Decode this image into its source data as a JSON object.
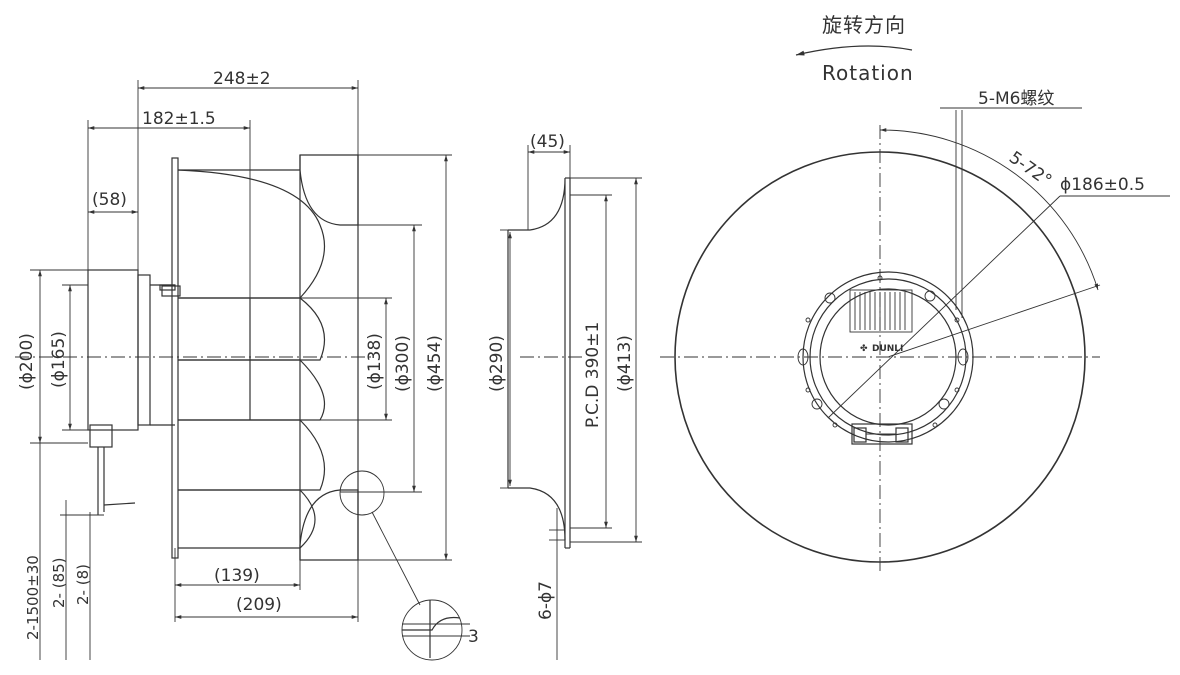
{
  "header": {
    "rotation_cn": "旋转方向",
    "rotation_en": "Rotation"
  },
  "side_view": {
    "dim_248": "248±2",
    "dim_182": "182±1.5",
    "dim_58": "(58)",
    "dim_200": "(ϕ200)",
    "dim_165": "(ϕ165)",
    "dim_138": "(ϕ138)",
    "dim_300": "(ϕ300)",
    "dim_454": "(ϕ454)",
    "dim_139": "(139)",
    "dim_209": "(209)",
    "cable_1500": "2-1500±30",
    "cable_85": "2- (85)",
    "cable_8": "2- (8)",
    "detail_3": "3"
  },
  "ring_view": {
    "dim_45": "(45)",
    "dim_290": "(ϕ290)",
    "pcd": "P.C.D 390±1",
    "dim_413": "(ϕ413)",
    "holes": "6-ϕ7"
  },
  "front_view": {
    "thread": "5-M6螺纹",
    "angle": "5-72°",
    "dim_186": "ϕ186±0.5",
    "logo": "DUNLI"
  }
}
